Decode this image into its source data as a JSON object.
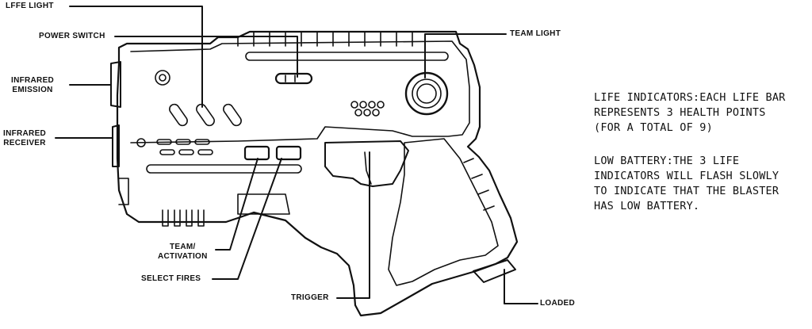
{
  "labels": {
    "life_light": "LFFE LIGHT",
    "power_switch": "POWER SWITCH",
    "infrared_emission": "INFRARED\nEMISSION",
    "infrared_receiver": "INFRARED\nRECEIVER",
    "team_light": "TEAM LIGHT",
    "team_activation": "TEAM/\nACTIVATION",
    "select_fires": "SELECT FIRES",
    "trigger": "TRIGGER",
    "loaded": "LOADED"
  },
  "notes": {
    "life_indicators": "LIFE INDICATORS:EACH LIFE BAR\nREPRESENTS 3 HEALTH POINTS\n(FOR A TOTAL OF 9)",
    "low_battery": "LOW BATTERY:THE 3 LIFE\nINDICATORS WILL FLASH SLOWLY\nTO INDICATE THAT THE BLASTER\nHAS LOW BATTERY."
  }
}
